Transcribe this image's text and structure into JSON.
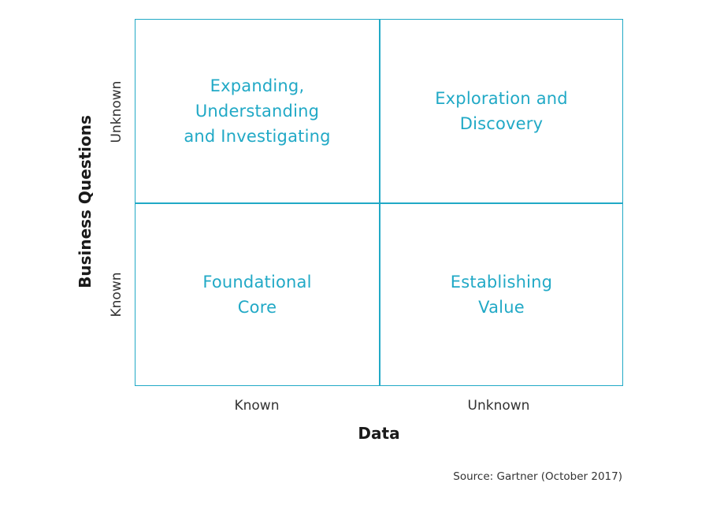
{
  "quadrants": {
    "top_left": "Expanding,\nUnderstanding\nand Investigating",
    "top_right": "Exploration and\nDiscovery",
    "bottom_left": "Foundational\nCore",
    "bottom_right": "Establishing\nValue"
  },
  "x_axis": {
    "title": "Data",
    "ticks": [
      "Known",
      "Unknown"
    ]
  },
  "y_axis": {
    "title": "Business Questions",
    "ticks": [
      "Known",
      "Unknown"
    ]
  },
  "source": "Source: Gartner (October 2017)",
  "colors": {
    "accent": "#21a9c6",
    "text": "#1a1a1a"
  }
}
